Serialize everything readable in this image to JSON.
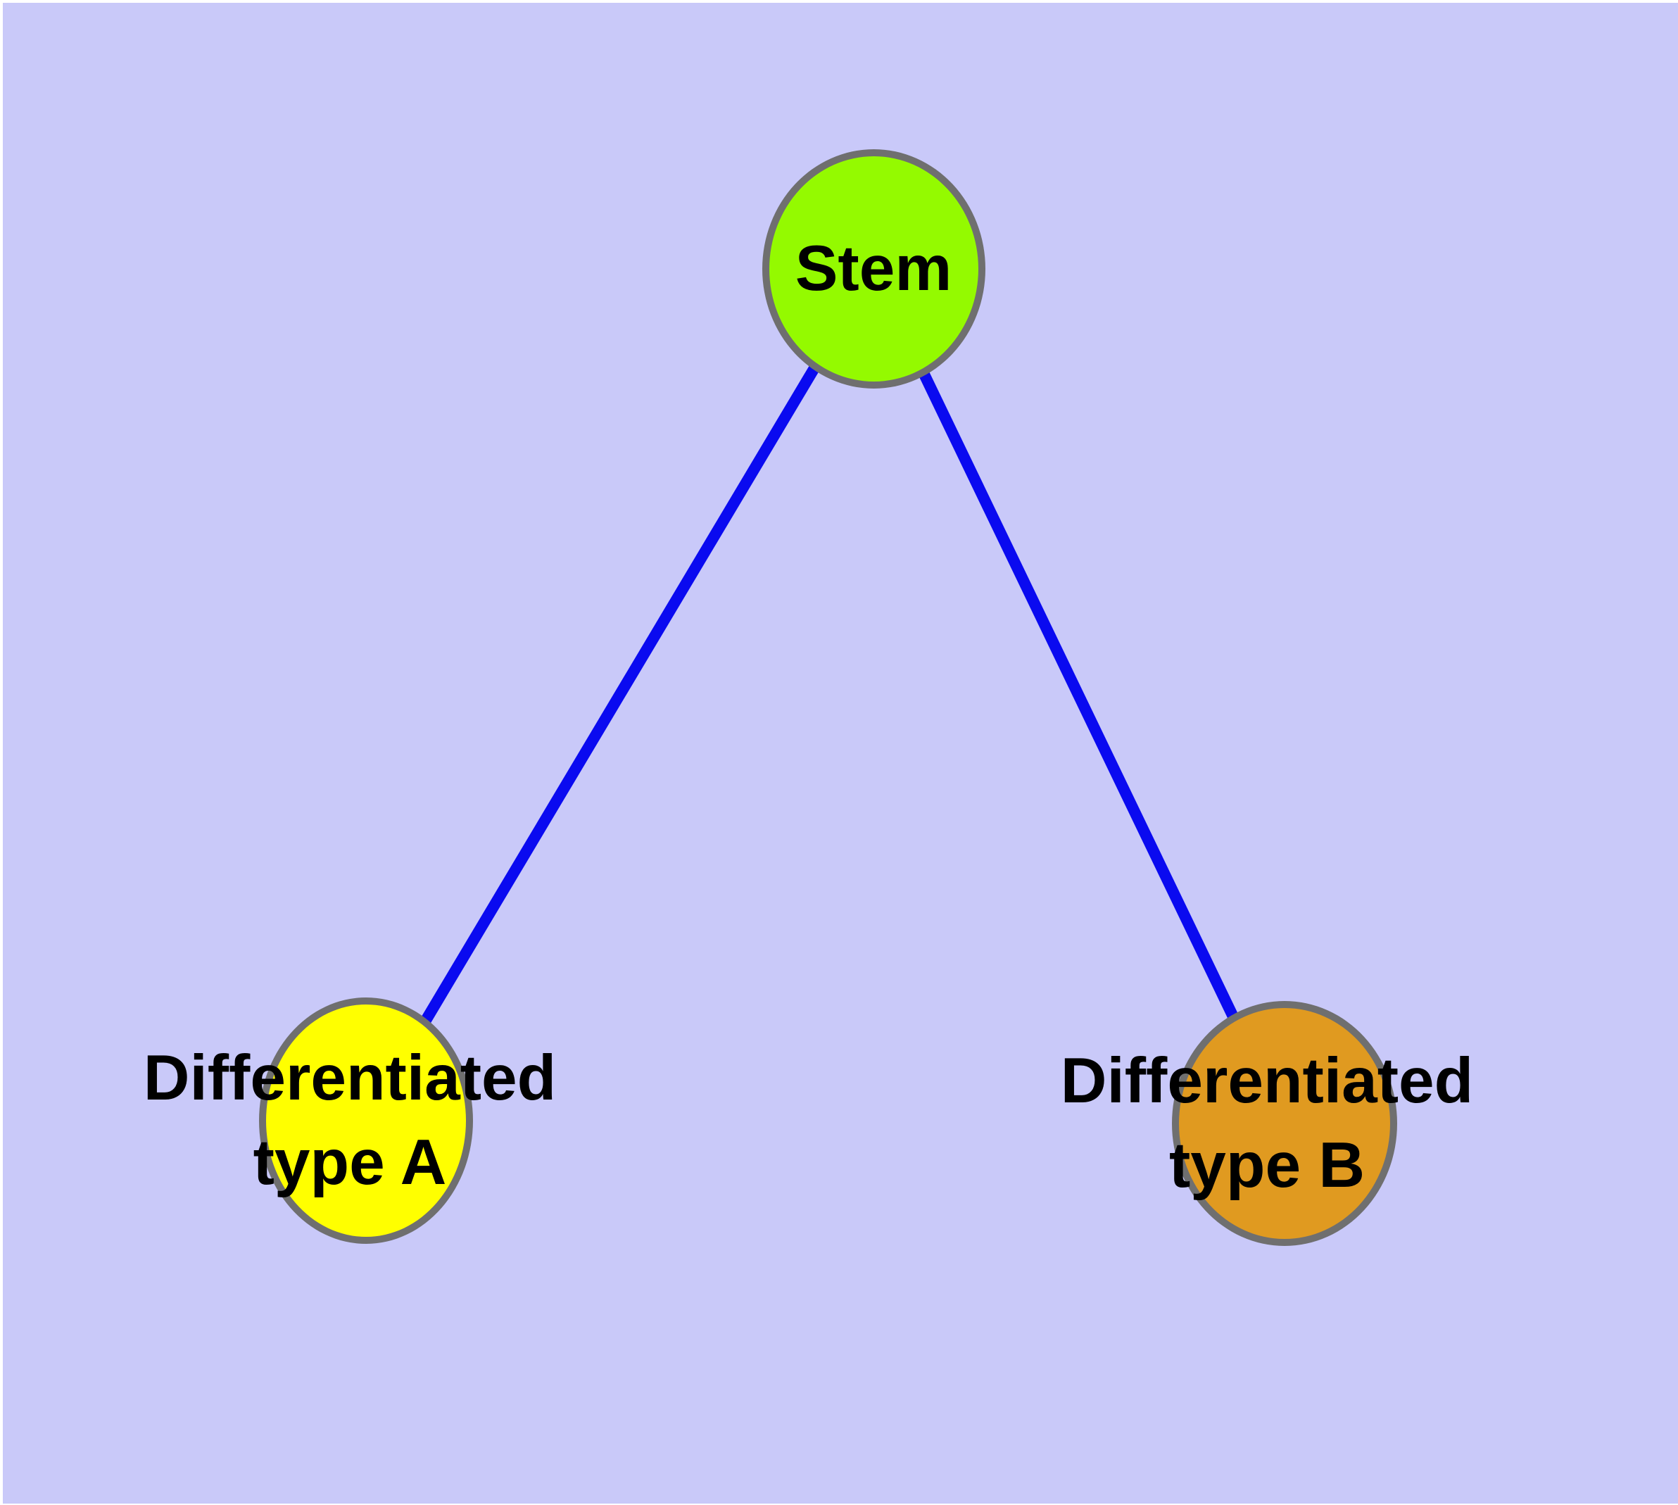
{
  "page": {
    "background_color": "#c9c9f9",
    "margin_color": "#ffffff"
  },
  "diagram": {
    "type": "graph",
    "edge_color": "#0a0af0",
    "edge_width": "16",
    "node_border_color": "#6f6f6f",
    "text_color": "#000000",
    "nodes": [
      {
        "id": "stem",
        "label": "Stem",
        "fill": "#94fa00"
      },
      {
        "id": "differentiated-type-a",
        "label_line1": "Differentiated",
        "label_line2": "type A",
        "fill": "#ffff00"
      },
      {
        "id": "differentiated-type-b",
        "label_line1": "Differentiated",
        "label_line2": "type B",
        "fill": "#e09a20"
      }
    ],
    "edges": [
      {
        "from": "stem",
        "to": "differentiated-type-a"
      },
      {
        "from": "stem",
        "to": "differentiated-type-b"
      }
    ]
  }
}
